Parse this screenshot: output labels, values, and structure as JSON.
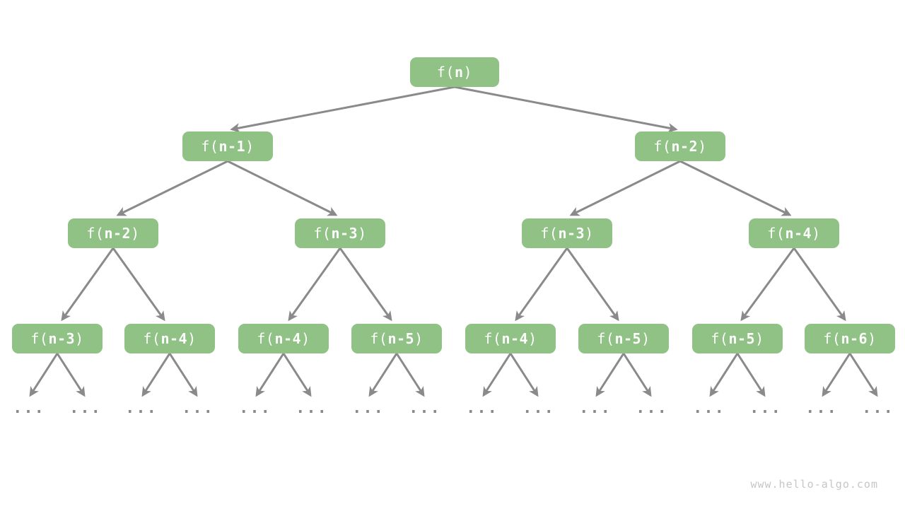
{
  "colors": {
    "background": "#FFFFFF",
    "node_fill": "#8FC284",
    "node_text": "#FFFFFF",
    "edge": "#8A8A8A",
    "watermark_color": "#C6C6C6"
  },
  "tree": {
    "levels": [
      {
        "nodes": [
          {
            "open": "f(",
            "arg": "n",
            "close": ")"
          }
        ]
      },
      {
        "nodes": [
          {
            "open": "f(",
            "arg": "n-1",
            "close": ")"
          },
          {
            "open": "f(",
            "arg": "n-2",
            "close": ")"
          }
        ]
      },
      {
        "nodes": [
          {
            "open": "f(",
            "arg": "n-2",
            "close": ")"
          },
          {
            "open": "f(",
            "arg": "n-3",
            "close": ")"
          },
          {
            "open": "f(",
            "arg": "n-3",
            "close": ")"
          },
          {
            "open": "f(",
            "arg": "n-4",
            "close": ")"
          }
        ]
      },
      {
        "nodes": [
          {
            "open": "f(",
            "arg": "n-3",
            "close": ")"
          },
          {
            "open": "f(",
            "arg": "n-4",
            "close": ")"
          },
          {
            "open": "f(",
            "arg": "n-4",
            "close": ")"
          },
          {
            "open": "f(",
            "arg": "n-5",
            "close": ")"
          },
          {
            "open": "f(",
            "arg": "n-4",
            "close": ")"
          },
          {
            "open": "f(",
            "arg": "n-5",
            "close": ")"
          },
          {
            "open": "f(",
            "arg": "n-5",
            "close": ")"
          },
          {
            "open": "f(",
            "arg": "n-6",
            "close": ")"
          }
        ]
      }
    ],
    "ellipsis": "..."
  },
  "watermark": "www.hello-algo.com"
}
